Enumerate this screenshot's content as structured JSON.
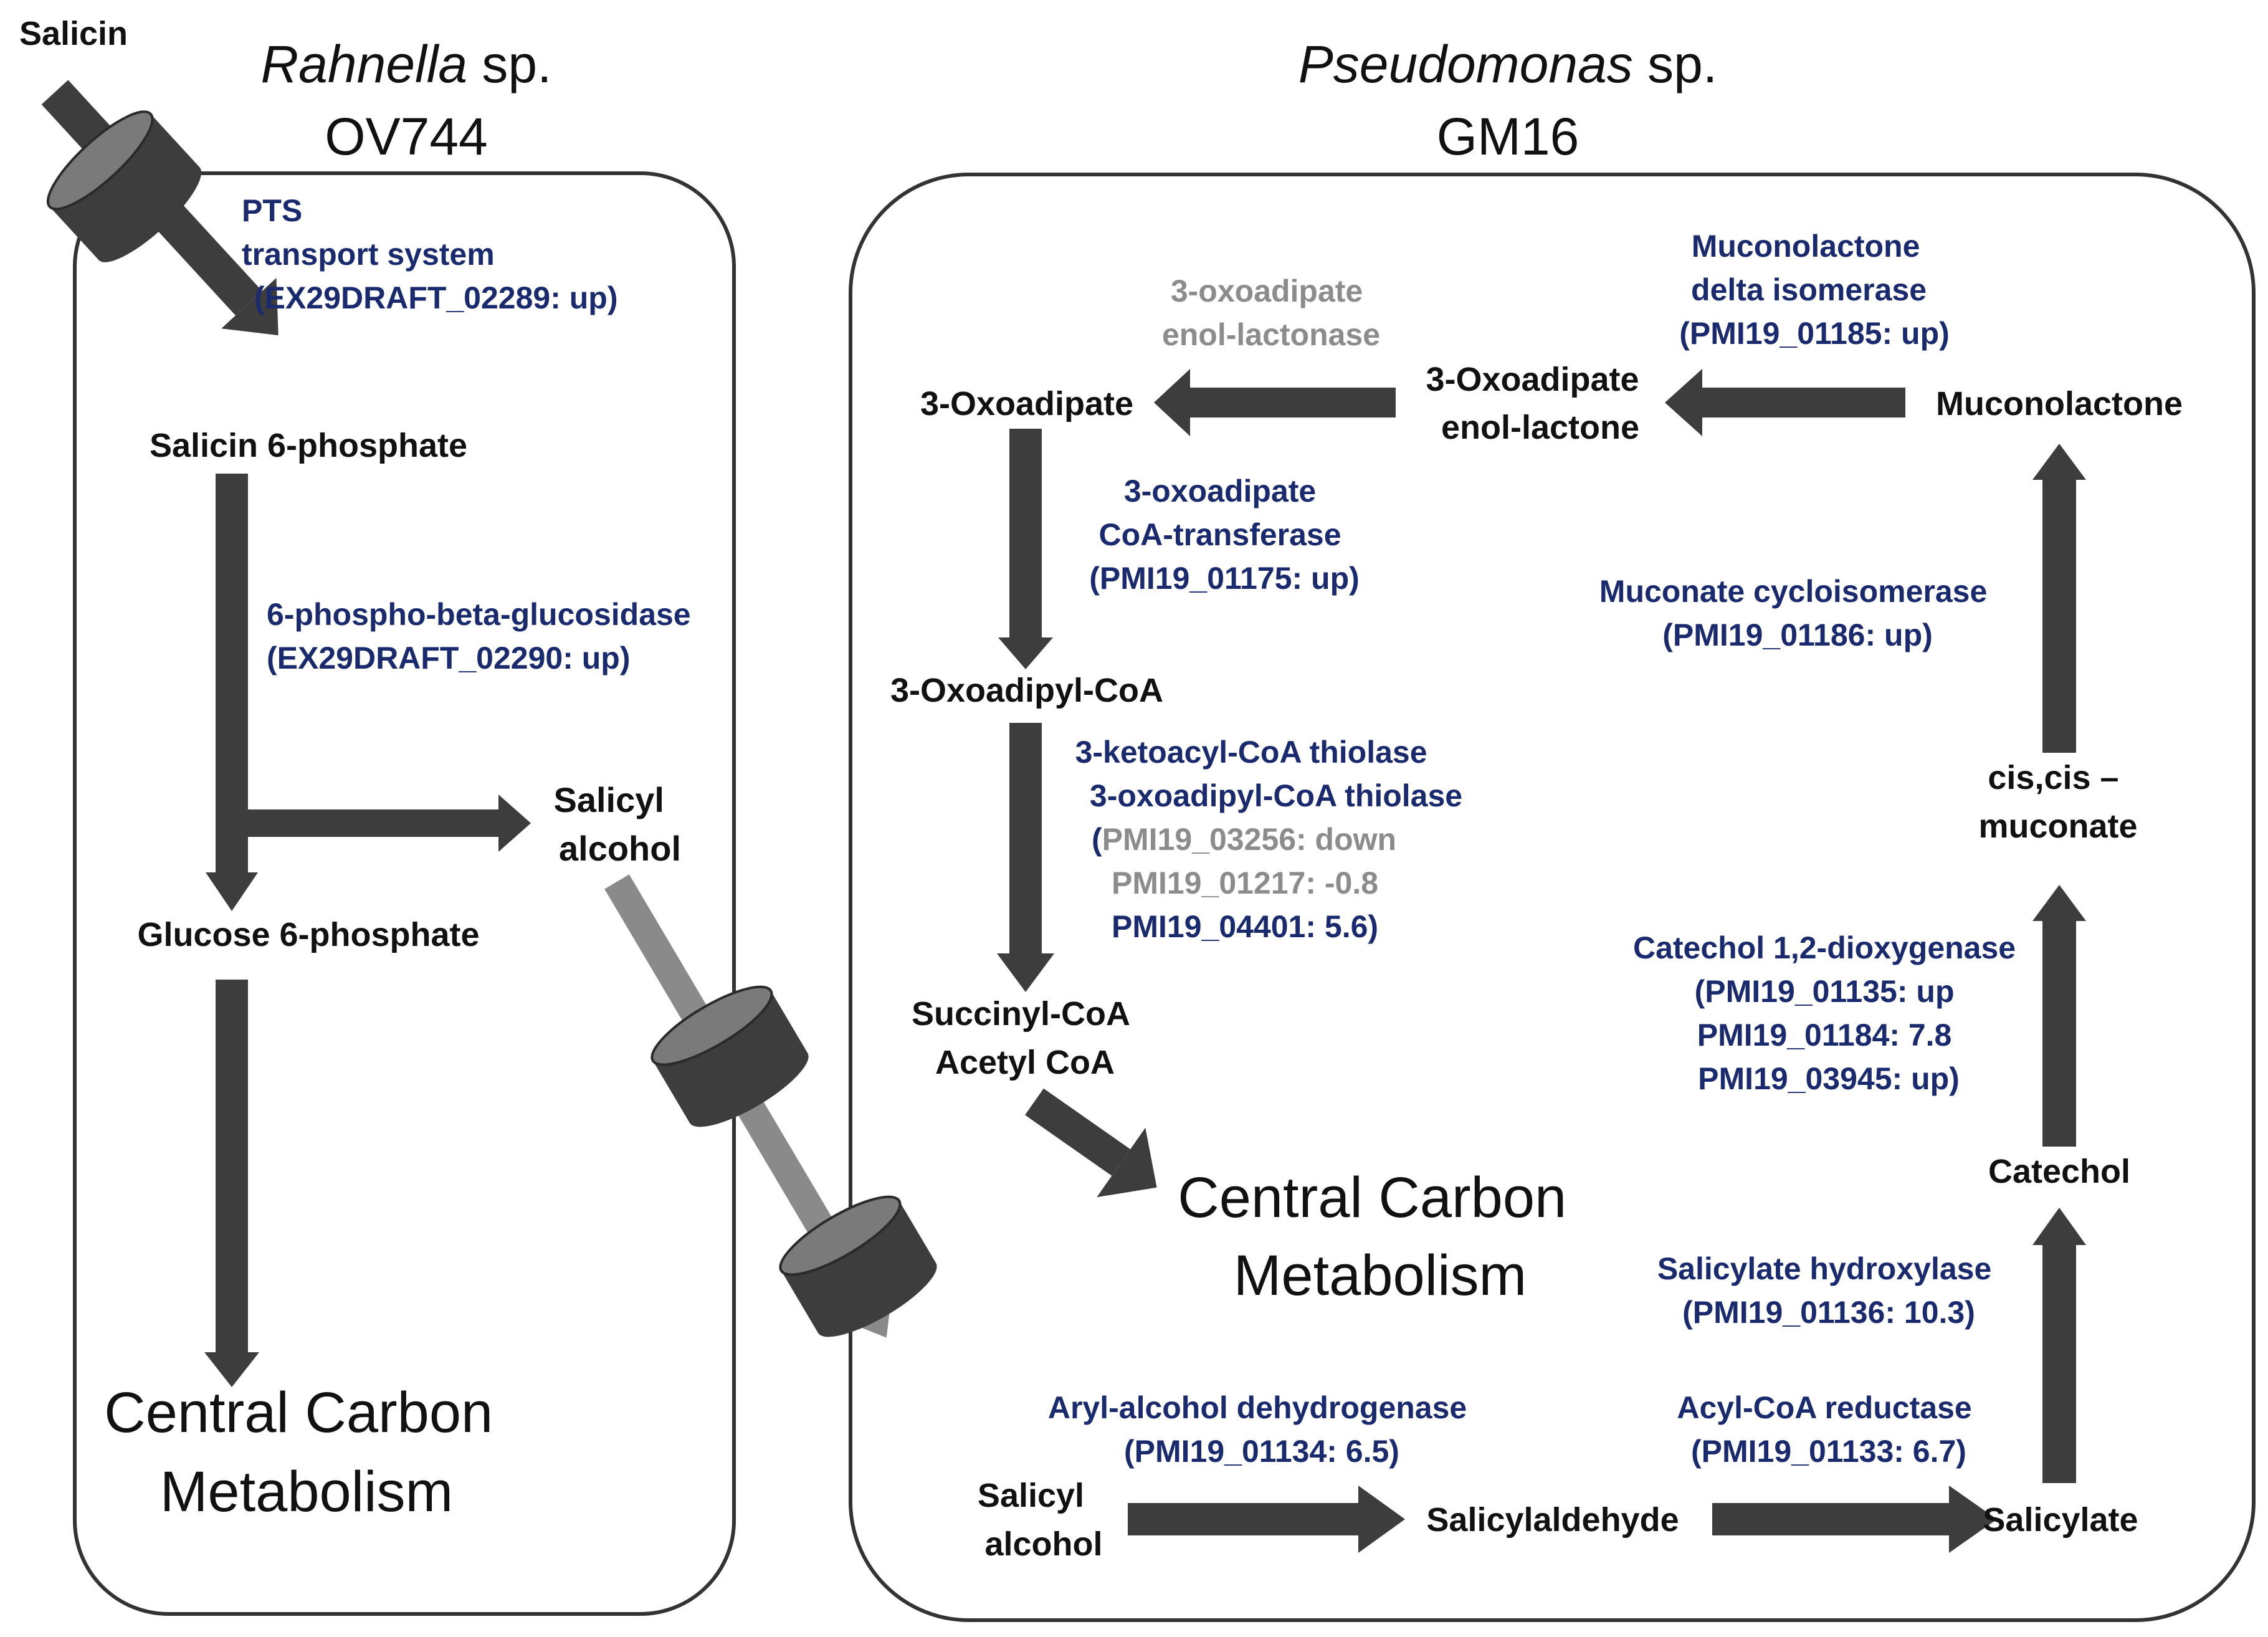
{
  "colors": {
    "arrow": "#3d3d3d",
    "transport_arrow": "#8a8a8a",
    "enzyme_up": "#1a2a6e",
    "enzyme_grey": "#8c8c8c",
    "metabolite": "#111111",
    "cell_border": "#333333"
  },
  "salicin": "Salicin",
  "rahnella": {
    "name_italic": "Rahnella",
    "name_sp": " sp.",
    "strain": "OV744",
    "pts_line1": "PTS",
    "pts_line2": "transport system",
    "pts_line3": "(EX29DRAFT_02289: up)",
    "salicin6p": "Salicin 6-phosphate",
    "glucosidase": "6-phospho-beta-glucosidase",
    "glucosidase_id": "(EX29DRAFT_02290: up)",
    "salicyl_1": "Salicyl",
    "salicyl_2": "alcohol",
    "glucose6p": "Glucose 6-phosphate",
    "ccm_1": "Central Carbon",
    "ccm_2": "Metabolism"
  },
  "pseudomonas": {
    "name_italic": "Pseudomonas",
    "name_sp": " sp.",
    "strain": "GM16",
    "oxoadipate": "3-Oxoadipate",
    "enol_lactonase_1": "3-oxoadipate",
    "enol_lactonase_2": "enol-lactonase",
    "enol_lactone_1": "3-Oxoadipate",
    "enol_lactone_2": "enol-lactone",
    "isomerase_1": "Muconolactone",
    "isomerase_2": "delta isomerase",
    "isomerase_3": "(PMI19_01185: up)",
    "muconolactone": "Muconolactone",
    "transferase_1": "3-oxoadipate",
    "transferase_2": "CoA-transferase",
    "transferase_3": "(PMI19_01175: up)",
    "cycloisomerase_1": "Muconate cycloisomerase",
    "cycloisomerase_2": "(PMI19_01186: up)",
    "oxoadipyl_coa": "3-Oxoadipyl-CoA",
    "thiolase_1": "3-ketoacyl-CoA thiolase",
    "thiolase_2": "3-oxoadipyl-CoA thiolase",
    "thiolase_paren": "(",
    "thiolase_3": "PMI19_03256: down",
    "thiolase_4": "PMI19_01217: -0.8",
    "thiolase_5": "PMI19_04401: 5.6)",
    "muconate_1": "cis,cis –",
    "muconate_2": "muconate",
    "succinyl_1": "Succinyl-CoA",
    "succinyl_2": "Acetyl CoA",
    "dioxygenase_1": "Catechol 1,2-dioxygenase",
    "dioxygenase_2": "(PMI19_01135: up",
    "dioxygenase_3": "PMI19_01184: 7.8",
    "dioxygenase_4": "PMI19_03945: up)",
    "ccm_1": "Central Carbon",
    "ccm_2": "Metabolism",
    "catechol": "Catechol",
    "hydroxylase_1": "Salicylate hydroxylase",
    "hydroxylase_2": "(PMI19_01136: 10.3)",
    "dehydrogenase_1": "Aryl-alcohol dehydrogenase",
    "dehydrogenase_2": "(PMI19_01134: 6.5)",
    "reductase_1": "Acyl-CoA reductase",
    "reductase_2": "(PMI19_01133: 6.7)",
    "salicyl_1": "Salicyl",
    "salicyl_2": "alcohol",
    "salicylaldehyde": "Salicylaldehyde",
    "salicylate": "Salicylate"
  }
}
